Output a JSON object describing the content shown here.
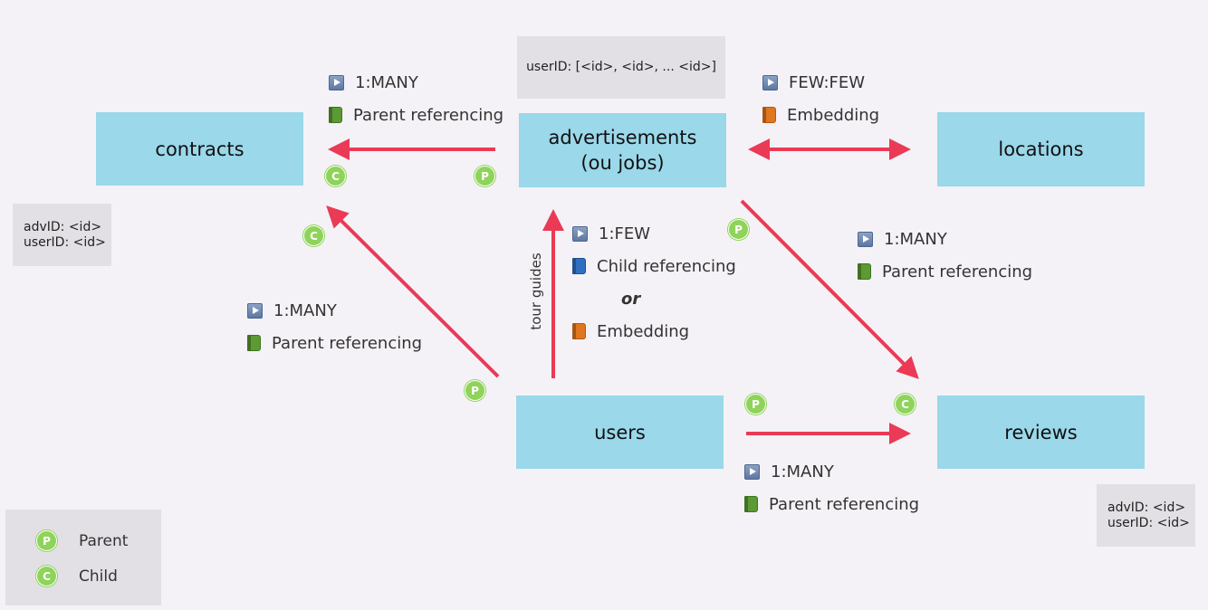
{
  "entities": {
    "contracts": "contracts",
    "advertisements_line1": "advertisements",
    "advertisements_line2": "(ou jobs)",
    "locations": "locations",
    "users": "users",
    "reviews": "reviews"
  },
  "notes": {
    "advertisements": "userID: [<id>, <id>, ... <id>]",
    "contracts_line1": "advID: <id>",
    "contracts_line2": "userID: <id>",
    "reviews_line1": "advID: <id>",
    "reviews_line2": "userID: <id>"
  },
  "relations": {
    "adv_contracts": {
      "cardinality": "1:MANY",
      "method": "Parent referencing"
    },
    "adv_locations": {
      "cardinality": "FEW:FEW",
      "method": "Embedding"
    },
    "users_contracts": {
      "cardinality": "1:MANY",
      "method": "Parent referencing"
    },
    "users_adv": {
      "cardinality": "1:FEW",
      "method": "Child referencing",
      "or": "or",
      "method_alt": "Embedding"
    },
    "adv_reviews": {
      "cardinality": "1:MANY",
      "method": "Parent referencing"
    },
    "users_reviews": {
      "cardinality": "1:MANY",
      "method": "Parent referencing"
    }
  },
  "arrow_label": "tour guides",
  "badges": {
    "parent": "P",
    "child": "C"
  },
  "legend": {
    "parent": "Parent",
    "child": "Child"
  },
  "colors": {
    "arrow": "#ea3a56",
    "entity": "#9ad8ea",
    "note": "#e2e0e4",
    "badge": "#8fd35a",
    "background": "#f4f2f6"
  },
  "icons": {
    "cardinality": "play-icon",
    "parent_referencing": "green-book-icon",
    "child_referencing": "blue-book-icon",
    "embedding": "orange-book-icon"
  }
}
